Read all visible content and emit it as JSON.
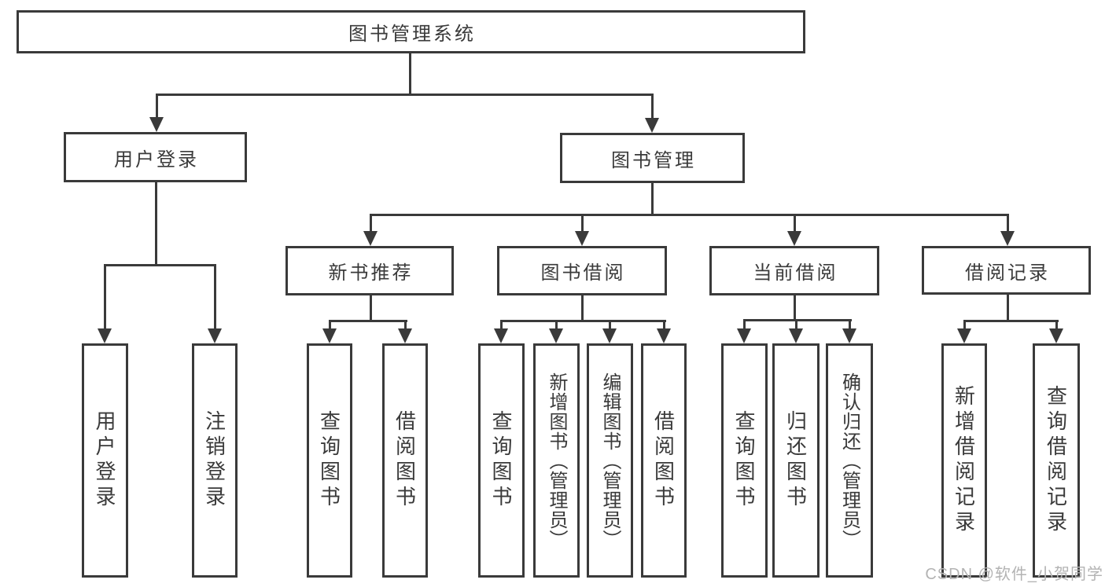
{
  "diagram": {
    "root": {
      "label": "图书管理系统"
    },
    "level2": [
      {
        "label": "用户登录"
      },
      {
        "label": "图书管理"
      }
    ],
    "level3": [
      {
        "label": "新书推荐"
      },
      {
        "label": "图书借阅"
      },
      {
        "label": "当前借阅"
      },
      {
        "label": "借阅记录"
      }
    ],
    "leaves": [
      {
        "label": "用户登录"
      },
      {
        "label": "注销登录"
      },
      {
        "label": "查询图书"
      },
      {
        "label": "借阅图书"
      },
      {
        "label": "查询图书"
      },
      {
        "label": "新增图书（管理员）"
      },
      {
        "label": "编辑图书（管理员）"
      },
      {
        "label": "借阅图书"
      },
      {
        "label": "查询图书"
      },
      {
        "label": "归还图书"
      },
      {
        "label": "确认归还（管理员）"
      },
      {
        "label": "新增借阅记录"
      },
      {
        "label": "查询借阅记录"
      }
    ],
    "line_color": "#3a3a3a",
    "watermark_color": "#b3b3b3"
  },
  "watermark": {
    "text": "CSDN @软件_小贺同学"
  }
}
